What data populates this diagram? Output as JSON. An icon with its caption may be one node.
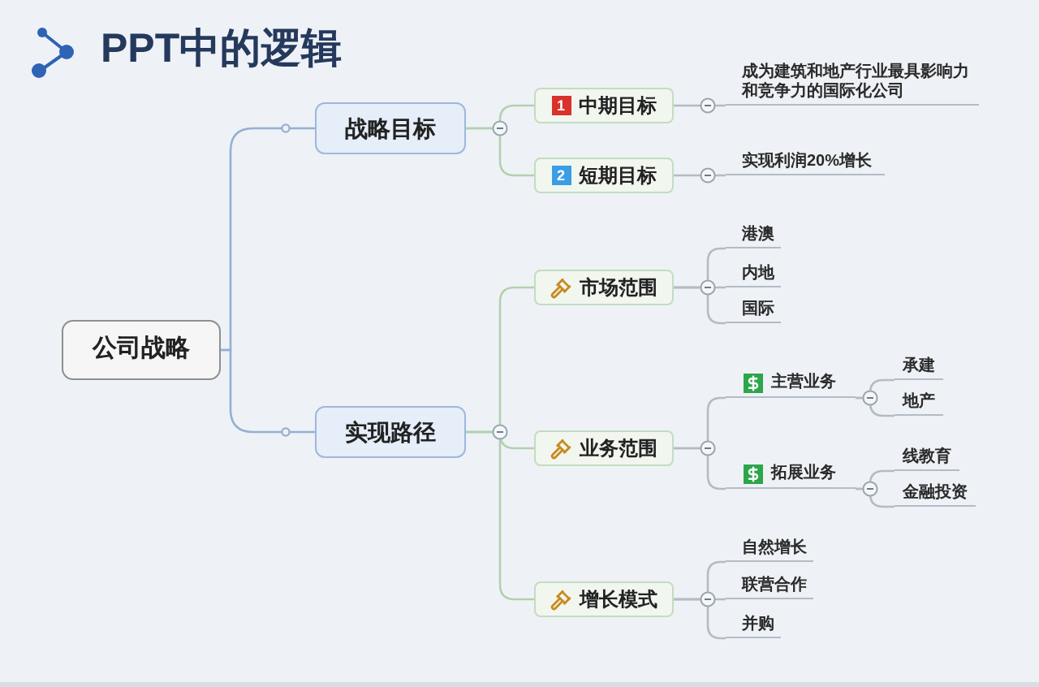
{
  "diagram": {
    "title": "PPT中的逻辑",
    "nodes": [
      {
        "text": [
          "公司战略"
        ]
      },
      {
        "text": [
          "战略目标"
        ]
      },
      {
        "text": [
          "1",
          "中期目标"
        ]
      },
      {
        "text": [
          "成为建筑和地产行业最具影响力和竞争力的国际化公司"
        ]
      },
      {
        "text": [
          "2",
          "短期目标"
        ]
      },
      {
        "text": [
          "实现利润20%增长"
        ]
      },
      {
        "text": [
          "实现路径"
        ]
      },
      {
        "text": [
          "市场范围"
        ]
      },
      {
        "text": [
          "港澳"
        ]
      },
      {
        "text": [
          "内地"
        ]
      },
      {
        "text": [
          "国际"
        ]
      },
      {
        "text": [
          "业务范围"
        ]
      },
      {
        "text": [
          "主营业务"
        ]
      },
      {
        "text": [
          "承建"
        ]
      },
      {
        "text": [
          "地产"
        ]
      },
      {
        "text": [
          "拓展业务"
        ]
      },
      {
        "text": [
          "线教育"
        ]
      },
      {
        "text": [
          "金融投资"
        ]
      },
      {
        "text": [
          "增长模式"
        ]
      },
      {
        "text": [
          "自然增长"
        ]
      },
      {
        "text": [
          "联营合作"
        ]
      },
      {
        "text": [
          "并购"
        ]
      }
    ],
    "edges": [
      {
        "from": 0,
        "to": 1,
        "arrow": "none",
        "color": "#94b0d4"
      },
      {
        "from": 0,
        "to": 6,
        "arrow": "none",
        "color": "#94b0d4"
      },
      {
        "from": 1,
        "to": 2,
        "arrow": "none",
        "color": "#b2d1b0"
      },
      {
        "from": 2,
        "to": 3,
        "arrow": "none"
      },
      {
        "from": 1,
        "to": 4,
        "arrow": "none",
        "color": "#b2d1b0"
      },
      {
        "from": 4,
        "to": 5,
        "arrow": "none"
      },
      {
        "from": 6,
        "to": 7,
        "arrow": "none",
        "color": "#b2d1b0"
      },
      {
        "from": 7,
        "to": 8,
        "arrow": "none"
      },
      {
        "from": 7,
        "to": 9,
        "arrow": "none"
      },
      {
        "from": 7,
        "to": 10,
        "arrow": "none"
      },
      {
        "from": 6,
        "to": 11,
        "arrow": "none",
        "color": "#b2d1b0"
      },
      {
        "from": 11,
        "to": 12,
        "arrow": "none"
      },
      {
        "from": 12,
        "to": 13,
        "arrow": "none"
      },
      {
        "from": 12,
        "to": 14,
        "arrow": "none"
      },
      {
        "from": 11,
        "to": 15,
        "arrow": "none"
      },
      {
        "from": 15,
        "to": 16,
        "arrow": "none"
      },
      {
        "from": 15,
        "to": 17,
        "arrow": "none"
      },
      {
        "from": 6,
        "to": 18,
        "arrow": "none",
        "color": "#b2d1b0"
      },
      {
        "from": 18,
        "to": 19,
        "arrow": "none"
      },
      {
        "from": 18,
        "to": 20,
        "arrow": "none"
      },
      {
        "from": 18,
        "to": 21,
        "arrow": "none"
      }
    ]
  }
}
